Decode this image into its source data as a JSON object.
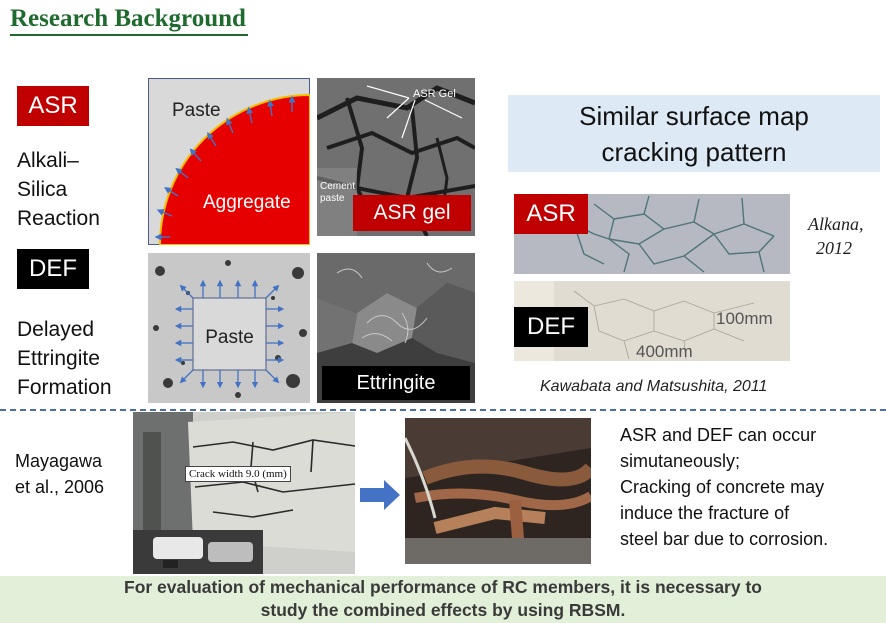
{
  "title": "Research Background",
  "asr": {
    "tag": "ASR",
    "line1": "Alkali–",
    "line2": "Silica",
    "line3": "Reaction"
  },
  "def": {
    "tag": "DEF",
    "line1": "Delayed",
    "line2": "Ettringite",
    "line3": "Formation"
  },
  "diagram_asr": {
    "paste": "Paste",
    "aggregate": "Aggregate"
  },
  "photo_asr": {
    "gel_caption": "ASR Gel",
    "cement_paste": "Cement",
    "cement_paste2": "paste",
    "label": "ASR gel"
  },
  "diagram_def": {
    "paste": "Paste"
  },
  "photo_def": {
    "label": "Ettringite"
  },
  "callout": {
    "line1": "Similar surface map",
    "line2": "cracking pattern"
  },
  "specimens": {
    "asr_tag": "ASR",
    "def_tag": "DEF",
    "dim_100": "100mm",
    "dim_400": "400mm",
    "cite_alkana_1": "Alkana,",
    "cite_alkana_2": "2012",
    "cite_kawabata": "Kawabata and Matsushita, 2011"
  },
  "field": {
    "cite_1": "Mayagawa",
    "cite_2": "et al., 2006",
    "crack_label": "Crack width 9.0 (mm)"
  },
  "description": {
    "line1": "ASR and DEF can occur",
    "line2": "simutaneously;",
    "line3": "Cracking of concrete may",
    "line4": "induce the fracture of",
    "line5": "steel bar due to corrosion."
  },
  "footer": {
    "line1": "For evaluation of mechanical performance of RC members, it is necessary to",
    "line2": "study the combined effects by using RBSM."
  },
  "colors": {
    "title_green": "#1f6b2e",
    "asr_red": "#c00000",
    "callout_blue": "#dde9f5",
    "footer_green": "#e3f0d9",
    "arrow_blue": "#4472c4"
  }
}
